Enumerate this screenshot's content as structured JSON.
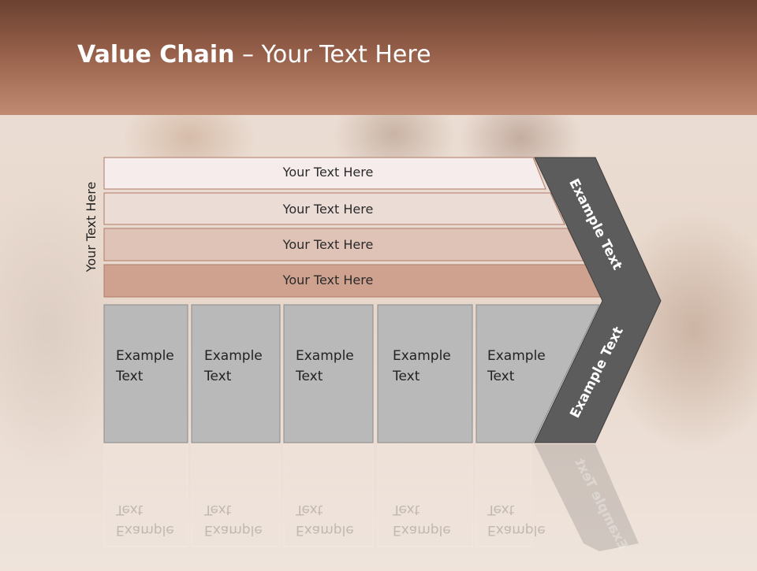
{
  "slide": {
    "title_bold": "Value Chain",
    "title_rest": " – Your Text Here",
    "vertical_label": "Your Text Here"
  },
  "bars": [
    {
      "label": "Your Text Here"
    },
    {
      "label": "Your Text Here"
    },
    {
      "label": "Your Text Here"
    },
    {
      "label": "Your Text Here"
    }
  ],
  "columns": [
    {
      "line1": "Example",
      "line2": "Text"
    },
    {
      "line1": "Example",
      "line2": "Text"
    },
    {
      "line1": "Example",
      "line2": "Text"
    },
    {
      "line1": "Example",
      "line2": "Text"
    },
    {
      "line1": "Example",
      "line2": "Text"
    }
  ],
  "chevron": {
    "upper_label": "Example Text",
    "lower_label": "Example Text"
  },
  "colors": {
    "title_bar": "#955f49",
    "bar_1": "#f5eceb",
    "bar_2": "#ecdcd6",
    "bar_3": "#e0c3b7",
    "bar_4": "#cfa18f",
    "column_fill": "#b9b9b9",
    "chevron": "#5c5c5c"
  }
}
